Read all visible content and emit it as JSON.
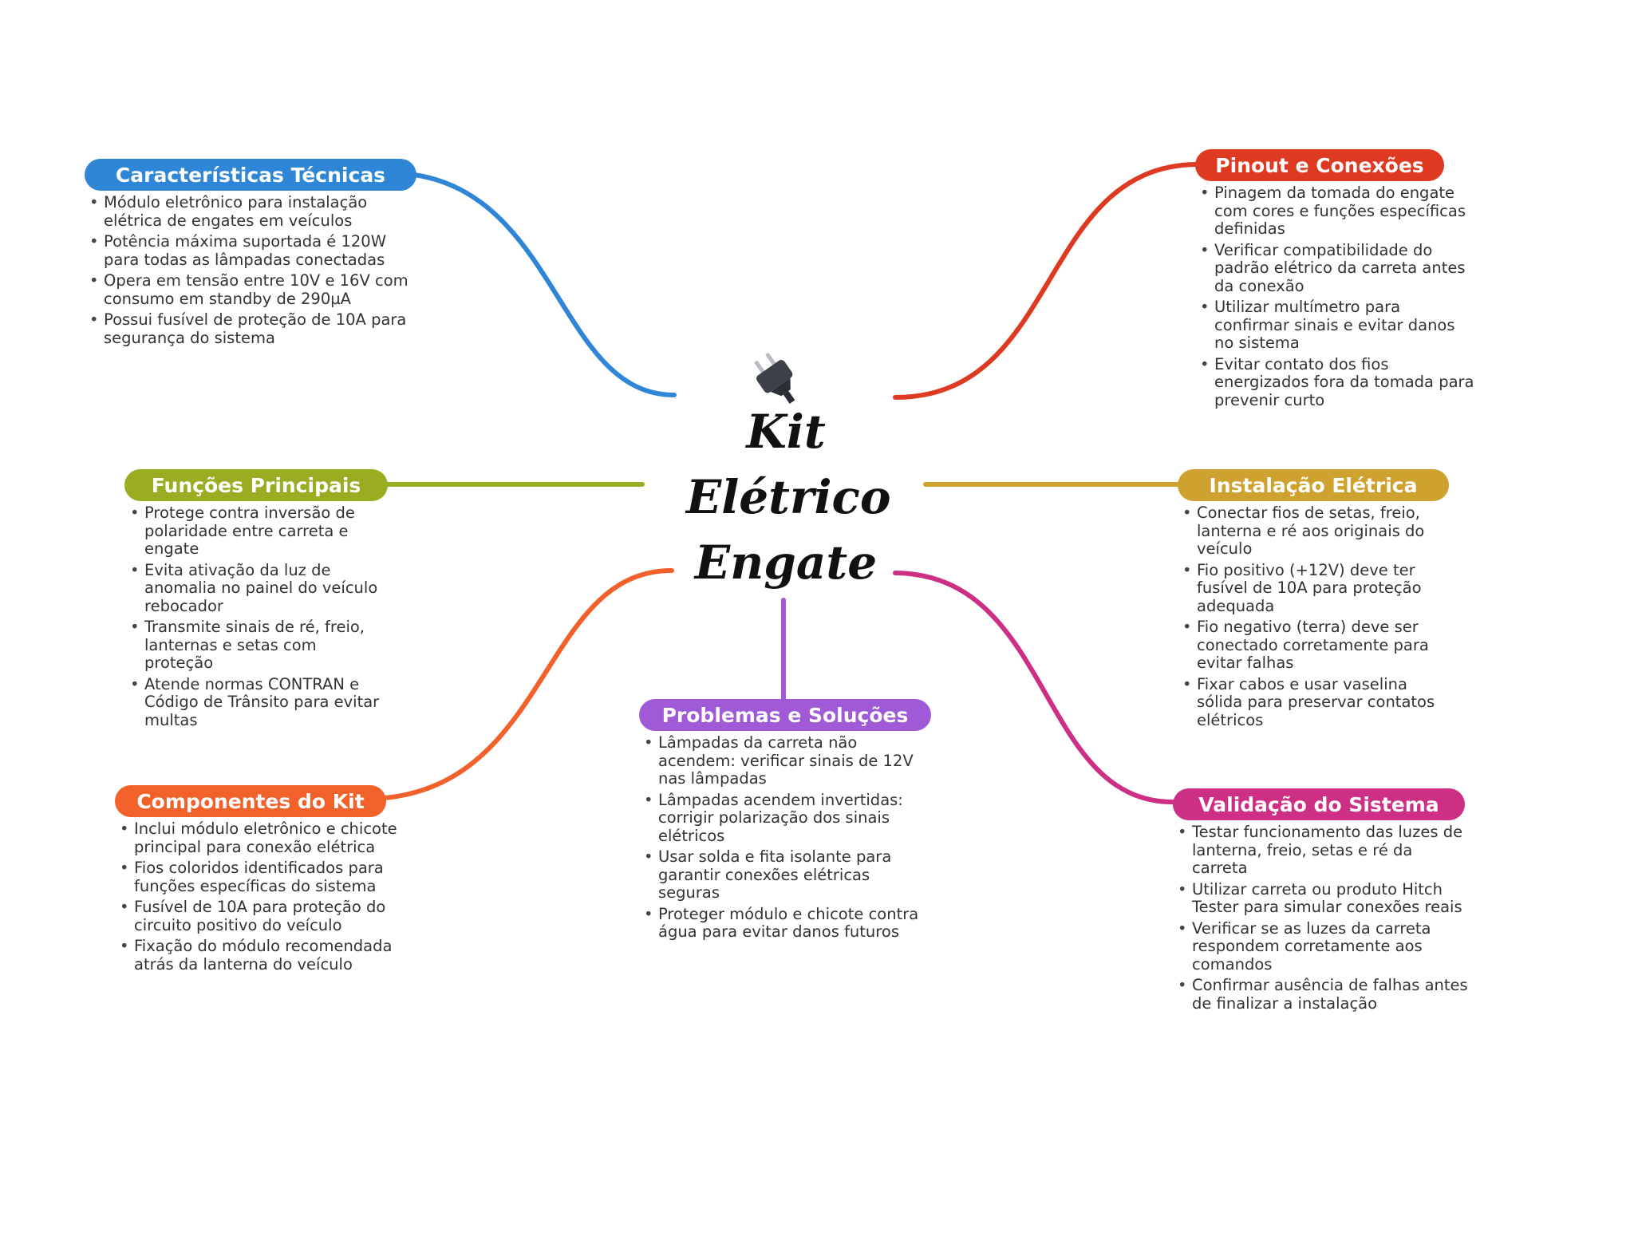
{
  "center": {
    "icon": "electric-plug-icon",
    "title_lines": [
      "Kit",
      "Elétrico",
      "Engate"
    ]
  },
  "branches": [
    {
      "id": "caracteristicas",
      "title": "Características Técnicas",
      "color": "#2f86d6",
      "items": [
        "Módulo eletrônico para instalação elétrica de engates em veículos",
        "Potência máxima suportada é 120W para todas as lâmpadas conectadas",
        "Opera em tensão entre 10V e 16V com consumo em standby de 290µA",
        "Possui fusível de proteção de 10A para segurança do sistema"
      ]
    },
    {
      "id": "funcoes",
      "title": "Funções Principais",
      "color": "#9aac22",
      "items": [
        "Protege contra inversão de polaridade entre carreta e engate",
        "Evita ativação da luz de anomalia no painel do veículo rebocador",
        "Transmite sinais de ré, freio, lanternas e setas com proteção",
        "Atende normas CONTRAN e Código de Trânsito para evitar multas"
      ]
    },
    {
      "id": "componentes",
      "title": "Componentes do Kit",
      "color": "#f2612a",
      "items": [
        "Inclui módulo eletrônico e chicote principal para conexão elétrica",
        "Fios coloridos identificados para funções específicas do sistema",
        "Fusível de 10A para proteção do circuito positivo do veículo",
        "Fixação do módulo recomendada atrás da lanterna do veículo"
      ]
    },
    {
      "id": "problemas",
      "title": "Problemas e Soluções",
      "color": "#a05ad8",
      "items": [
        "Lâmpadas da carreta não acendem: verificar sinais de 12V nas lâmpadas",
        "Lâmpadas acendem invertidas: corrigir polarização dos sinais elétricos",
        "Usar solda e fita isolante para garantir conexões elétricas seguras",
        "Proteger módulo e chicote contra água para evitar danos futuros"
      ]
    },
    {
      "id": "pinout",
      "title": "Pinout e Conexões",
      "color": "#de3a22",
      "items": [
        "Pinagem da tomada do engate com cores e funções específicas definidas",
        "Verificar compatibilidade do padrão elétrico da carreta antes da conexão",
        "Utilizar multímetro para confirmar sinais e evitar danos no sistema",
        "Evitar contato dos fios energizados fora da tomada para prevenir curto"
      ]
    },
    {
      "id": "instalacao",
      "title": "Instalação Elétrica",
      "color": "#cfa230",
      "items": [
        "Conectar fios de setas, freio, lanterna e ré aos originais do veículo",
        "Fio positivo (+12V) deve ter fusível de 10A para proteção adequada",
        "Fio negativo (terra) deve ser conectado corretamente para evitar falhas",
        "Fixar cabos e usar vaselina sólida para preservar contatos elétricos"
      ]
    },
    {
      "id": "validacao",
      "title": "Validação do Sistema",
      "color": "#cc2f84",
      "items": [
        "Testar funcionamento das luzes de lanterna, freio, setas e ré da carreta",
        "Utilizar carreta ou produto Hitch Tester para simular conexões reais",
        "Verificar se as luzes da carreta respondem corretamente aos comandos",
        "Confirmar ausência de falhas antes de finalizar a instalação"
      ]
    }
  ]
}
